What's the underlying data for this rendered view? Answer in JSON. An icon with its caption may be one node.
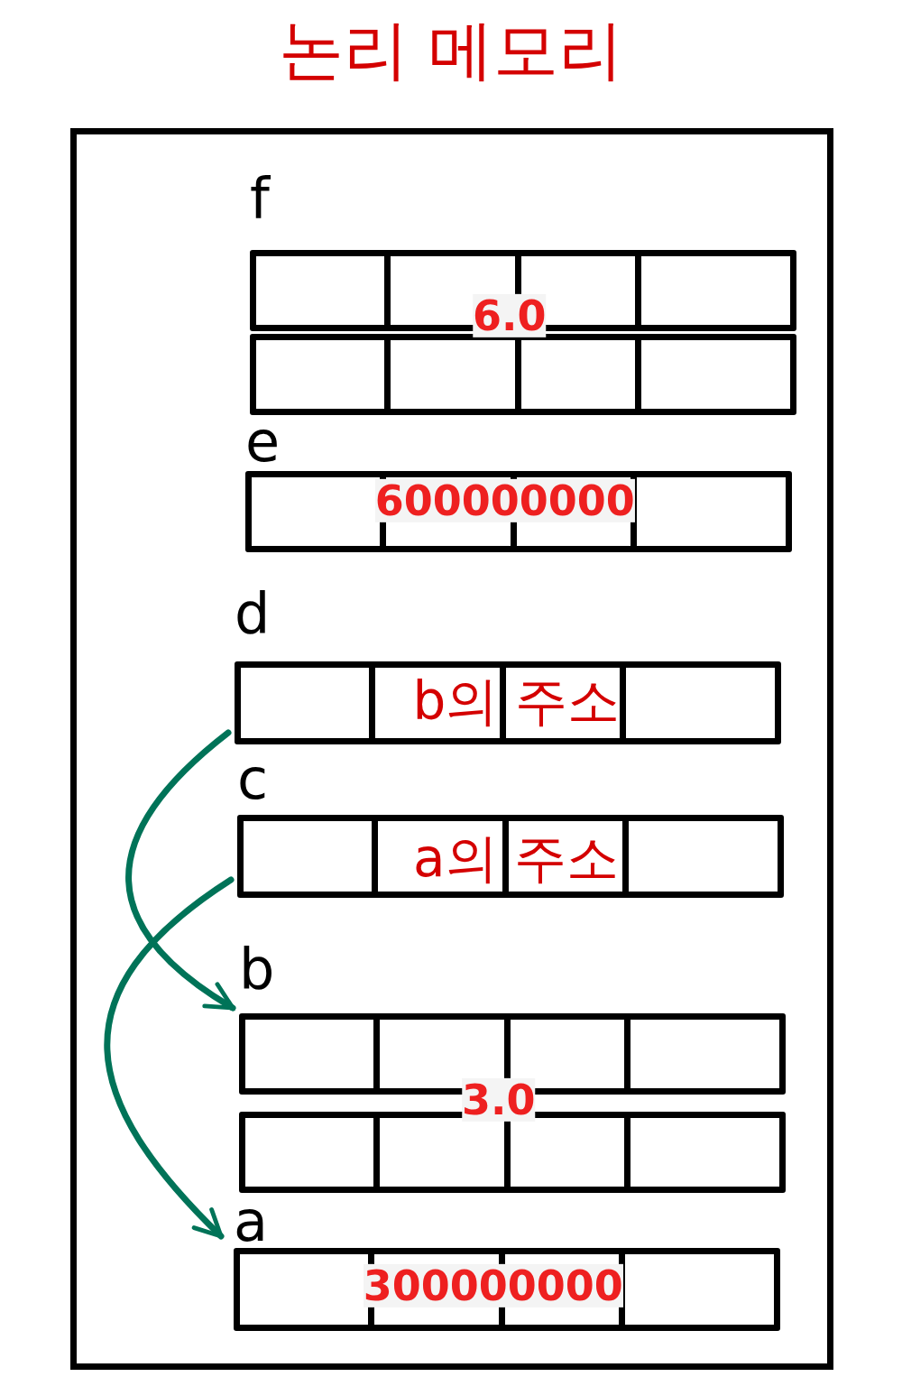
{
  "diagram": {
    "title": "논리 메모리",
    "nodes": [
      {
        "text": [],
        "shape": "box"
      },
      {
        "text": [
          "f",
          "6.0"
        ],
        "in": 0
      },
      {
        "text": [
          "e",
          "600000000"
        ],
        "in": 0
      },
      {
        "text": [
          "d",
          "b의 주소"
        ],
        "in": 0
      },
      {
        "text": [
          "c",
          "a의 주소"
        ],
        "in": 0
      },
      {
        "text": [
          "b",
          "3.0"
        ],
        "in": 0
      },
      {
        "text": [
          "a",
          "300000000"
        ],
        "in": 0
      }
    ],
    "edges": [
      {
        "from": 3,
        "to": 5,
        "arrow": "to",
        "color": "#007358"
      },
      {
        "from": 4,
        "to": 6,
        "arrow": "to",
        "color": "#007358"
      }
    ]
  }
}
